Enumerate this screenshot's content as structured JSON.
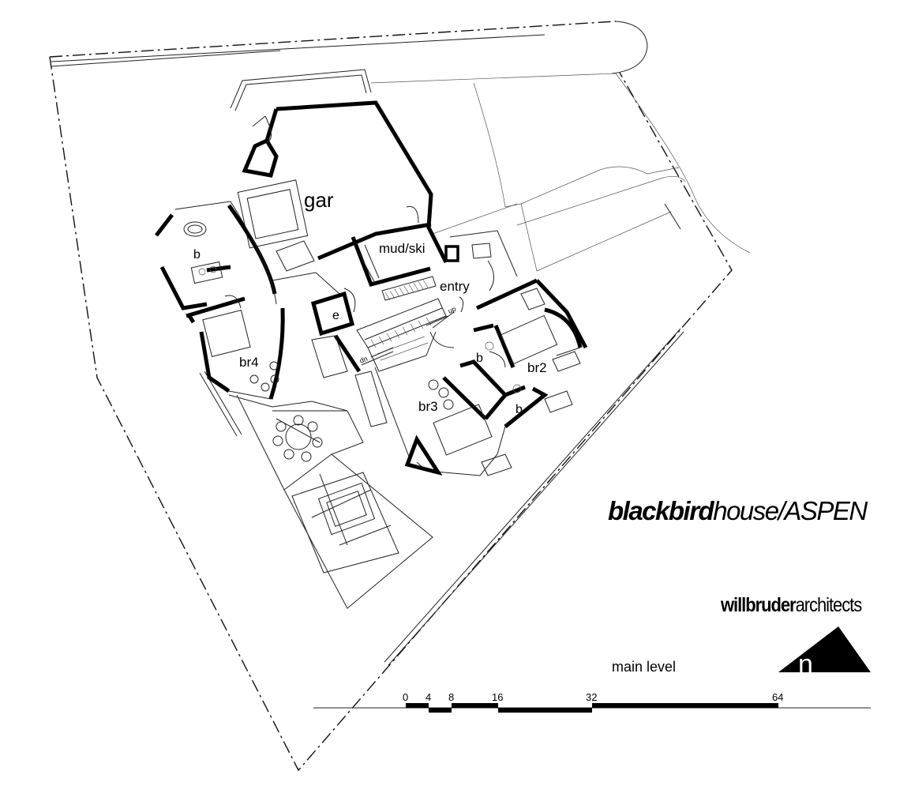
{
  "rooms": {
    "gar": "gar",
    "mud_ski": "mud/ski",
    "entry": "entry",
    "b_br4": "b",
    "br4": "br4",
    "e": "e",
    "b_br2_upper": "b",
    "br2": "br2",
    "br3": "br3",
    "b_lower": "b"
  },
  "stairs": {
    "up": "up",
    "dn": "dn"
  },
  "project": {
    "name_bold": "blackbird",
    "name_light": "house",
    "separator": "/",
    "location": "ASPEN"
  },
  "firm": {
    "name_bold": "willbruder",
    "name_light": "architects"
  },
  "level_label": "main level",
  "north": {
    "label": "n"
  },
  "scale": {
    "ticks": [
      "0",
      "4",
      "8",
      "16",
      "32",
      "64"
    ]
  }
}
